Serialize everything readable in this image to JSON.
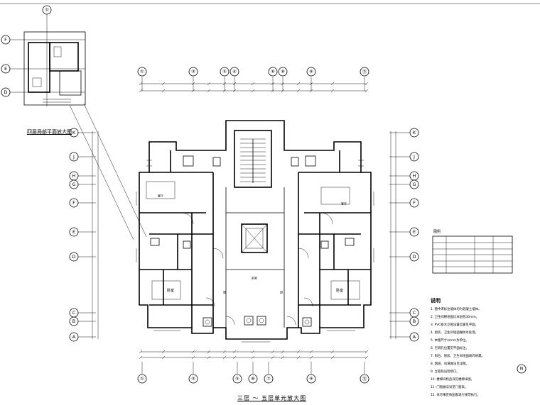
{
  "drawing_title": "三层 ～ 五层单元放大图",
  "detail_title": "四层局部平面放大图",
  "detail_axes": [
    "F",
    "E",
    "D"
  ],
  "detail_top_axis": "①",
  "north_label": "N",
  "top_axes": [
    "①",
    "③",
    "⑤",
    "④",
    "⑥",
    "⑧",
    "⑨",
    "⑪"
  ],
  "bottom_axes": [
    "①",
    "③",
    "⑤",
    "⑥",
    "⑦",
    "⑨",
    "⑪"
  ],
  "row_axes": [
    "K",
    "J",
    "H",
    "G",
    "F",
    "E",
    "D",
    "C",
    "B",
    "A"
  ],
  "schedule_title": "图例",
  "notes_title": "说明",
  "notes": [
    "1. 图中未标注墙体均为混凝土墙体。",
    "2. 卫生间楼地面比本层低30mm。",
    "3. PVC排水立管设置位置见平面。",
    "4. 厨房、卫生间墙面做防水处理。",
    "5. 本图尺寸以mm为单位。",
    "6. 空调孔位置见平面标注。",
    "7. 阳台、厨房、卫生间地面坡向地漏。",
    "8. 烟道、风道做法见详图。",
    "9. 立管处设检修口。",
    "10. 楼梯间构造详见楼梯详图。",
    "11. 门窗做法详见门窗表。",
    "12. 未尽事宜按国家现行规范执行。"
  ]
}
